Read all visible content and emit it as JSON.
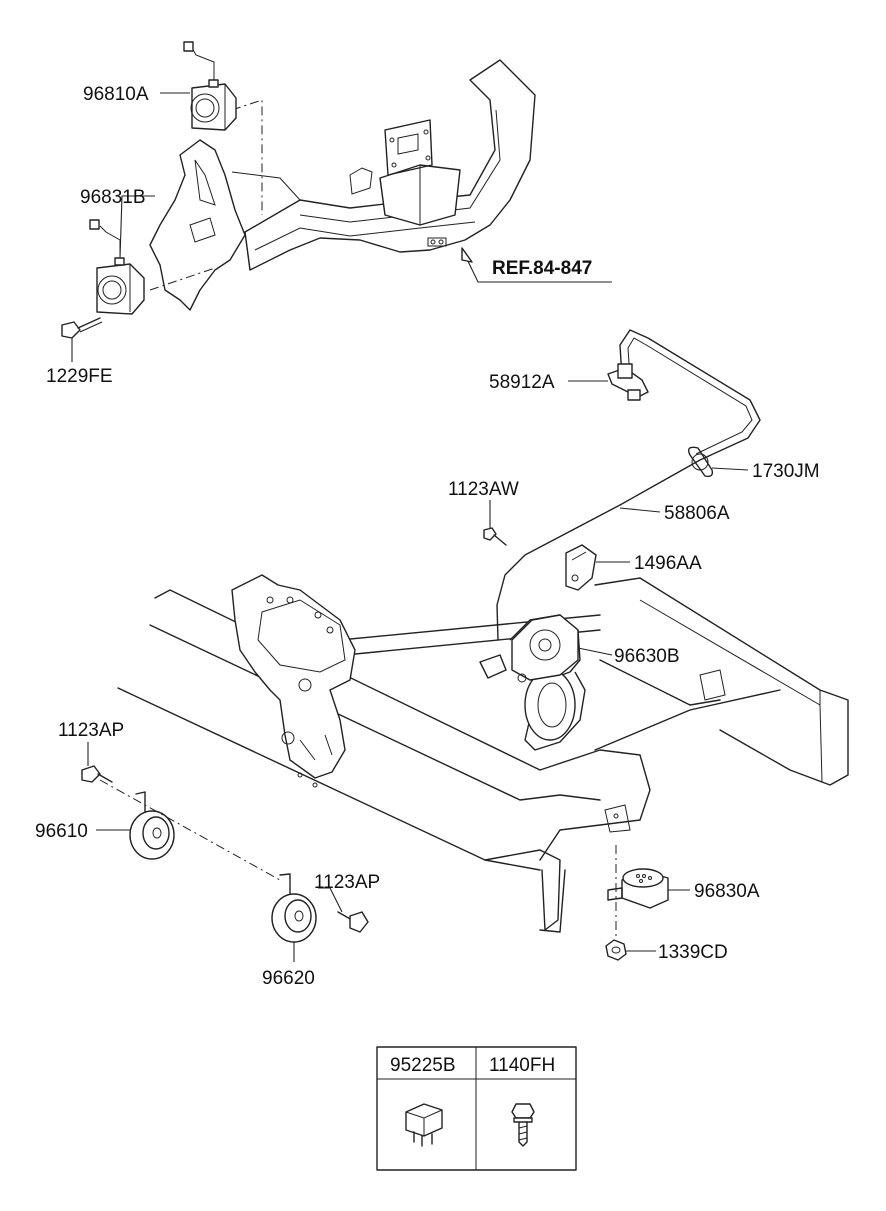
{
  "labels": {
    "p96810A": "96810A",
    "p96831B": "96831B",
    "p1229FE": "1229FE",
    "ref": "REF.84-847",
    "p58912A": "58912A",
    "p1730JM": "1730JM",
    "p1123AW": "1123AW",
    "p58806A": "58806A",
    "p1496AA": "1496AA",
    "p96630B": "96630B",
    "p1123AP_a": "1123AP",
    "p96610": "96610",
    "p1123AP_b": "1123AP",
    "p96620": "96620",
    "p96830A": "96830A",
    "p1339CD": "1339CD"
  },
  "legend_table": {
    "col1": "95225B",
    "col2": "1140FH"
  }
}
